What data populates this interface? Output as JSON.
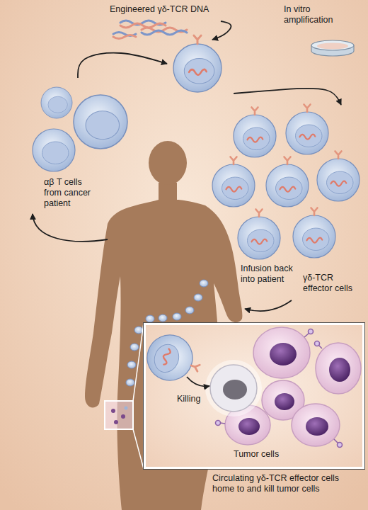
{
  "diagram": {
    "caption": "Circulating γδ-TCR effector cells home to and kill tumor cells",
    "nodes": [
      {
        "text": [
          "Engineered γδ-TCR DNA"
        ]
      },
      {
        "text": [
          "In vitro amplification"
        ]
      },
      {
        "text": [
          "αβ T cells from cancer patient"
        ]
      },
      {
        "text": [
          "γδ-TCR effector cells"
        ]
      },
      {
        "text": [
          "Killing",
          "Tumor cells"
        ]
      }
    ],
    "edges": [
      {
        "from": 0,
        "to": 1,
        "arrow": "to"
      },
      {
        "from": 2,
        "to": 1,
        "arrow": "to"
      },
      {
        "from": 1,
        "to": 3,
        "arrow": "to"
      }
    ],
    "labels": [
      "Infusion back into patient"
    ]
  }
}
